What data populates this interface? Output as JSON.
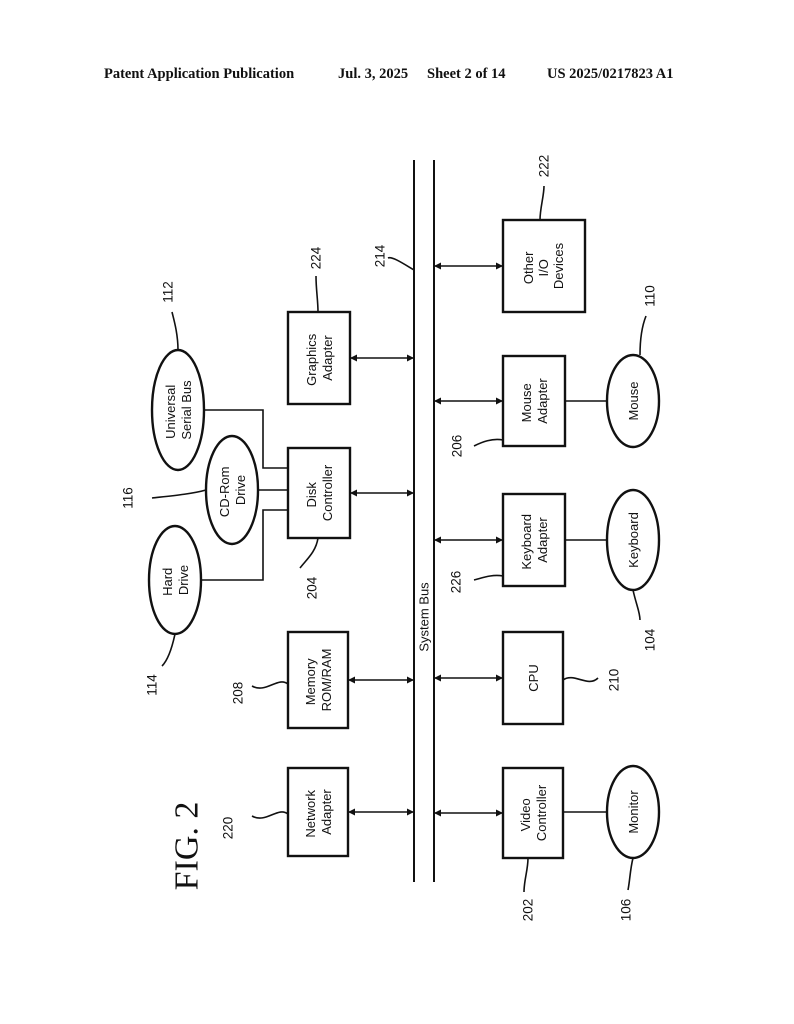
{
  "header": {
    "publication": "Patent Application Publication",
    "date": "Jul. 3, 2025",
    "sheet": "Sheet 2 of 14",
    "number": "US 2025/0217823 A1"
  },
  "figure": {
    "title": "FIG. 2",
    "bus_label": "System Bus",
    "bus_ref": "214",
    "boxes": [
      {
        "key": "network-adapter",
        "lines": [
          "Network",
          "Adapter"
        ],
        "ref": "220"
      },
      {
        "key": "memory",
        "lines": [
          "Memory",
          "ROM/RAM"
        ],
        "ref": "208"
      },
      {
        "key": "disk-controller",
        "lines": [
          "Disk",
          "Controller"
        ],
        "ref": "204"
      },
      {
        "key": "graphics-adapter",
        "lines": [
          "Graphics",
          "Adapter"
        ],
        "ref": "224"
      },
      {
        "key": "video-controller",
        "lines": [
          "Video",
          "Controller"
        ],
        "ref": "202"
      },
      {
        "key": "cpu",
        "lines": [
          "CPU"
        ],
        "ref": "210"
      },
      {
        "key": "keyboard-adapter",
        "lines": [
          "Keyboard",
          "Adapter"
        ],
        "ref": "226"
      },
      {
        "key": "mouse-adapter",
        "lines": [
          "Mouse",
          "Adapter"
        ],
        "ref": "206"
      },
      {
        "key": "other-io-devices",
        "lines": [
          "Other",
          "I/O",
          "Devices"
        ],
        "ref": "222"
      }
    ],
    "devices": [
      {
        "key": "hard-drive",
        "lines": [
          "Hard",
          "Drive"
        ],
        "ref": "114"
      },
      {
        "key": "cd-rom-drive",
        "lines": [
          "CD-Rom",
          "Drive"
        ],
        "ref": "116"
      },
      {
        "key": "universal-serial-bus",
        "lines": [
          "Universal",
          "Serial Bus"
        ],
        "ref": "112"
      },
      {
        "key": "monitor",
        "lines": [
          "Monitor"
        ],
        "ref": "106"
      },
      {
        "key": "keyboard",
        "lines": [
          "Keyboard"
        ],
        "ref": "104"
      },
      {
        "key": "mouse",
        "lines": [
          "Mouse"
        ],
        "ref": "110"
      }
    ]
  }
}
